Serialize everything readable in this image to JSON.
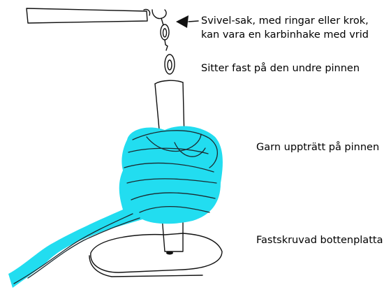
{
  "colors": {
    "yarn": "#22ddf0",
    "ink": "#111111",
    "background": "#ffffff"
  },
  "labels": {
    "swivel_line1": "Svivel-sak, med ringar eller krok,",
    "swivel_line2": "kan vara en karbinhake med vrid",
    "attached": "Sitter fast på den undre pinnen",
    "yarn": "Garn uppträtt på pinnen",
    "base": "Fastskruvad bottenplatta"
  }
}
